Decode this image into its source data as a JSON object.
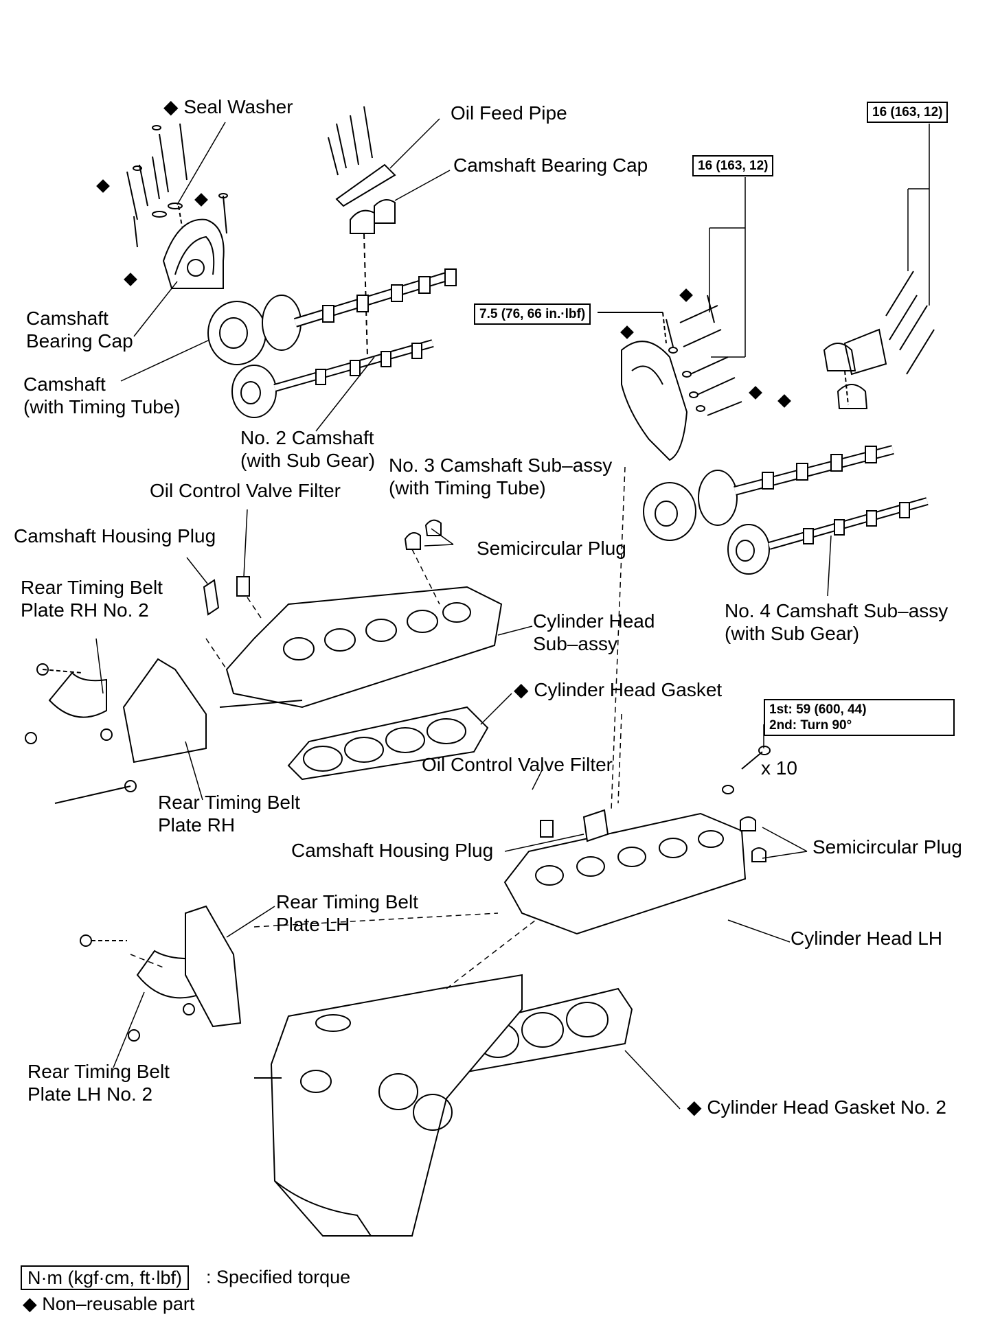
{
  "labels": {
    "seal_washer": "◆ Seal Washer",
    "oil_feed_pipe": "Oil Feed Pipe",
    "camshaft_bearing_cap_top": "Camshaft Bearing Cap",
    "camshaft_bearing_cap_left": [
      "Camshaft",
      "Bearing Cap"
    ],
    "camshaft_timing_tube": [
      "Camshaft",
      "(with Timing Tube)"
    ],
    "no2_camshaft": [
      "No. 2 Camshaft",
      "(with Sub Gear)"
    ],
    "no3_camshaft": [
      "No. 3 Camshaft Sub–assy",
      "(with Timing Tube)"
    ],
    "oil_control_valve_filter_1": "Oil Control Valve Filter",
    "camshaft_housing_plug_1": "Camshaft Housing Plug",
    "semicircular_plug_1": "Semicircular Plug",
    "rear_timing_belt_plate_rh_no2": [
      "Rear Timing Belt",
      "Plate RH No. 2"
    ],
    "cylinder_head_subassy": [
      "Cylinder  Head",
      "Sub–assy"
    ],
    "no4_camshaft": [
      "No. 4 Camshaft Sub–assy",
      "(with Sub Gear)"
    ],
    "cylinder_head_gasket": "◆ Cylinder Head Gasket",
    "rear_timing_belt_plate_rh": [
      "Rear Timing Belt",
      "Plate RH"
    ],
    "oil_control_valve_filter_2": "Oil Control Valve Filter",
    "x10": "x 10",
    "camshaft_housing_plug_2": "Camshaft Housing Plug",
    "semicircular_plug_2": "Semicircular Plug",
    "rear_timing_belt_plate_lh": [
      "Rear Timing Belt",
      "Plate LH"
    ],
    "cylinder_head_lh": "Cylinder Head LH",
    "rear_timing_belt_plate_lh_no2": [
      "Rear Timing Belt",
      "Plate LH No. 2"
    ],
    "cylinder_head_gasket_no2": "◆ Cylinder Head Gasket No. 2"
  },
  "torque": {
    "t1": "16 (163, 12)",
    "t2": "16 (163, 12)",
    "t3": "7.5 (76, 66 in.·lbf)",
    "t4": [
      "1st: 59 (600, 44)",
      "2nd: Turn 90°"
    ]
  },
  "legend": {
    "unit_box": "N·m (kgf·cm, ft·lbf)",
    "specified_torque": ": Specified torque",
    "non_reusable": "◆ Non–reusable part"
  },
  "colors": {
    "line": "#000000",
    "background": "#ffffff"
  }
}
